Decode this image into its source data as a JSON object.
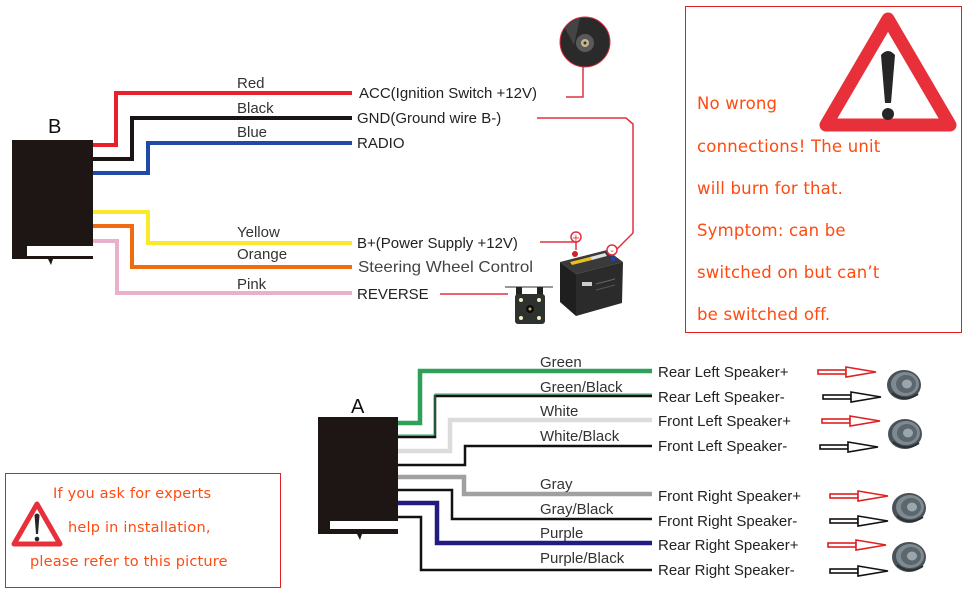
{
  "connector_b": {
    "letter": "B",
    "wires": [
      {
        "color_name": "Red",
        "color": "#e8202a",
        "terminal": "ACC(Ignition Switch +12V)"
      },
      {
        "color_name": "Black",
        "color": "#1a1414",
        "terminal": "GND(Ground wire B-)"
      },
      {
        "color_name": "Blue",
        "color": "#1f4aa8",
        "terminal": "RADIO"
      },
      {
        "color_name": "Yellow",
        "color": "#f6ea2a",
        "terminal": "B+(Power Supply +12V)"
      },
      {
        "color_name": "Orange",
        "color": "#f06a10",
        "terminal": "Steering Wheel Control"
      },
      {
        "color_name": "Pink",
        "color": "#e9b0cc",
        "terminal": "REVERSE"
      }
    ],
    "components": [
      "ignition-key-switch",
      "car-battery",
      "reverse-camera"
    ],
    "battery_terminals": {
      "positive": "+",
      "negative": "-"
    }
  },
  "connector_a": {
    "letter": "A",
    "wires": [
      {
        "color_name": "Green",
        "color": "#2fa05a",
        "stripe": null,
        "terminal": "Rear Left Speaker+",
        "polarity": "+"
      },
      {
        "color_name": "Green/Black",
        "color": "#2fa05a",
        "stripe": "#111111",
        "terminal": "Rear Left Speaker-",
        "polarity": "-"
      },
      {
        "color_name": "White",
        "color": "#dcdcdc",
        "stripe": null,
        "terminal": "Front Left Speaker+",
        "polarity": "+"
      },
      {
        "color_name": "White/Black",
        "color": "#dcdcdc",
        "stripe": "#111111",
        "terminal": "Front Left Speaker-",
        "polarity": "-"
      },
      {
        "color_name": "Gray",
        "color": "#a0a0a0",
        "stripe": null,
        "terminal": "Front Right Speaker+",
        "polarity": "+"
      },
      {
        "color_name": "Gray/Black",
        "color": "#a0a0a0",
        "stripe": "#111111",
        "terminal": "Front Right Speaker-",
        "polarity": "-"
      },
      {
        "color_name": "Purple",
        "color": "#221c80",
        "stripe": null,
        "terminal": "Rear Right Speaker+",
        "polarity": "+"
      },
      {
        "color_name": "Purple/Black",
        "color": "#221c80",
        "stripe": "#111111",
        "terminal": "Rear Right Speaker-",
        "polarity": "-"
      }
    ],
    "speakers": [
      "Rear Left",
      "Front Left",
      "Front Right",
      "Rear Right"
    ]
  },
  "warning_main": {
    "icon": "warning-triangle-icon",
    "lines": [
      "No wrong",
      "connections! The unit",
      "will burn for that.",
      "Symptom: can be",
      "switched on but can’t",
      "be switched off."
    ]
  },
  "warning_help": {
    "icon": "warning-triangle-icon",
    "lines": [
      "If you ask for experts",
      "help in installation,",
      "please refer to this picture"
    ]
  },
  "colors": {
    "warning_red": "#e8303a",
    "warning_text": "#ff4a10",
    "border_red": "#e02020",
    "lead_red": "#e03040",
    "arrow_plus": "#e02020",
    "arrow_minus": "#111111"
  }
}
